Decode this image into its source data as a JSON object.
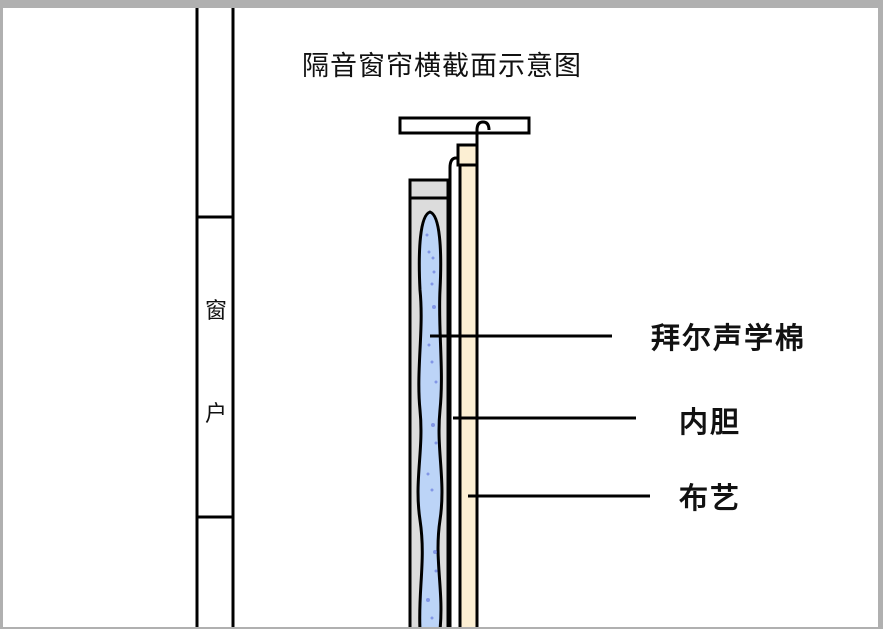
{
  "diagram": {
    "title": "隔音窗帘横截面示意图",
    "window": {
      "label_chars": [
        "窗",
        "户"
      ]
    },
    "labels": [
      {
        "id": "acoustic-cotton",
        "text": "拜尔声学棉"
      },
      {
        "id": "liner",
        "text": "内胆"
      },
      {
        "id": "fabric",
        "text": "布艺"
      }
    ],
    "colors": {
      "frame_border": "#b0b0b0",
      "background": "#ffffff",
      "stroke": "#000000",
      "liner_gray": "#dcdcdc",
      "cotton_blue": "#bcd4f7",
      "cotton_dots": "#6a7de0",
      "fabric_beige": "#fcefd3"
    }
  }
}
